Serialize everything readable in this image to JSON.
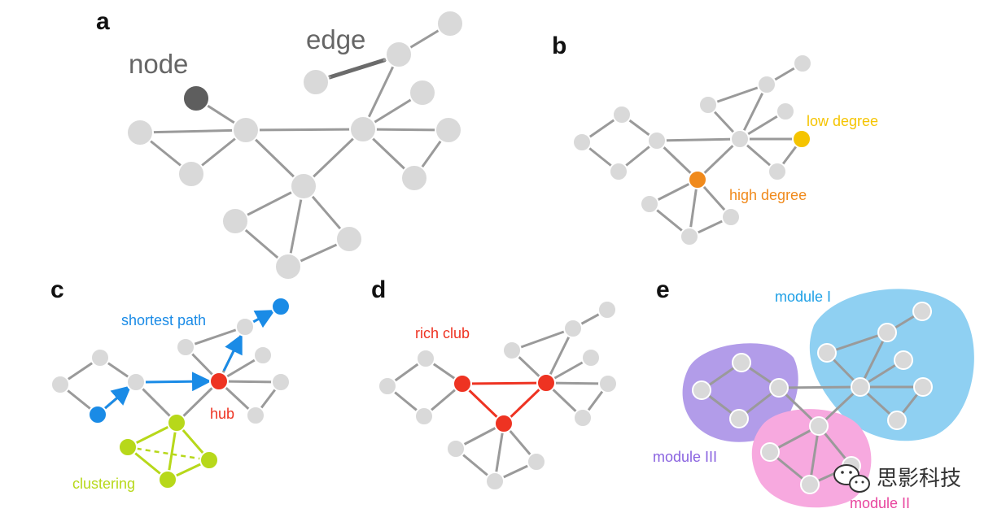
{
  "panels": [
    {
      "letter": "a"
    },
    {
      "letter": "b"
    },
    {
      "letter": "c"
    },
    {
      "letter": "d"
    },
    {
      "letter": "e"
    }
  ],
  "panel_a": {
    "node_label": "node",
    "edge_label": "edge"
  },
  "panel_b": {
    "low_degree_label": "low degree",
    "high_degree_label": "high degree"
  },
  "panel_c": {
    "shortest_path_label": "shortest path",
    "hub_label": "hub",
    "clustering_label": "clustering"
  },
  "panel_d": {
    "rich_club_label": "rich club"
  },
  "panel_e": {
    "module_1_label": "module I",
    "module_2_label": "module II",
    "module_3_label": "module III"
  },
  "watermark": {
    "text": "思影科技"
  },
  "colors": {
    "node_gray": "#d9d9d9",
    "edge_gray": "#9a9a9a",
    "node_dark": "#5e5e5e",
    "low_degree": "#f5c400",
    "high_degree": "#f08a1c",
    "shortest_path_blue": "#1a8be6",
    "hub_red": "#ee3322",
    "clustering_green": "#b7d81a",
    "module_1_fill": "#8fd0f2",
    "module_2_fill": "#f7a9df",
    "module_3_fill": "#b29ce9",
    "module_1_text": "#1ea0e6",
    "module_2_text": "#e8459e",
    "module_3_text": "#8a63e0"
  },
  "icons": [
    "wechat-icon"
  ]
}
